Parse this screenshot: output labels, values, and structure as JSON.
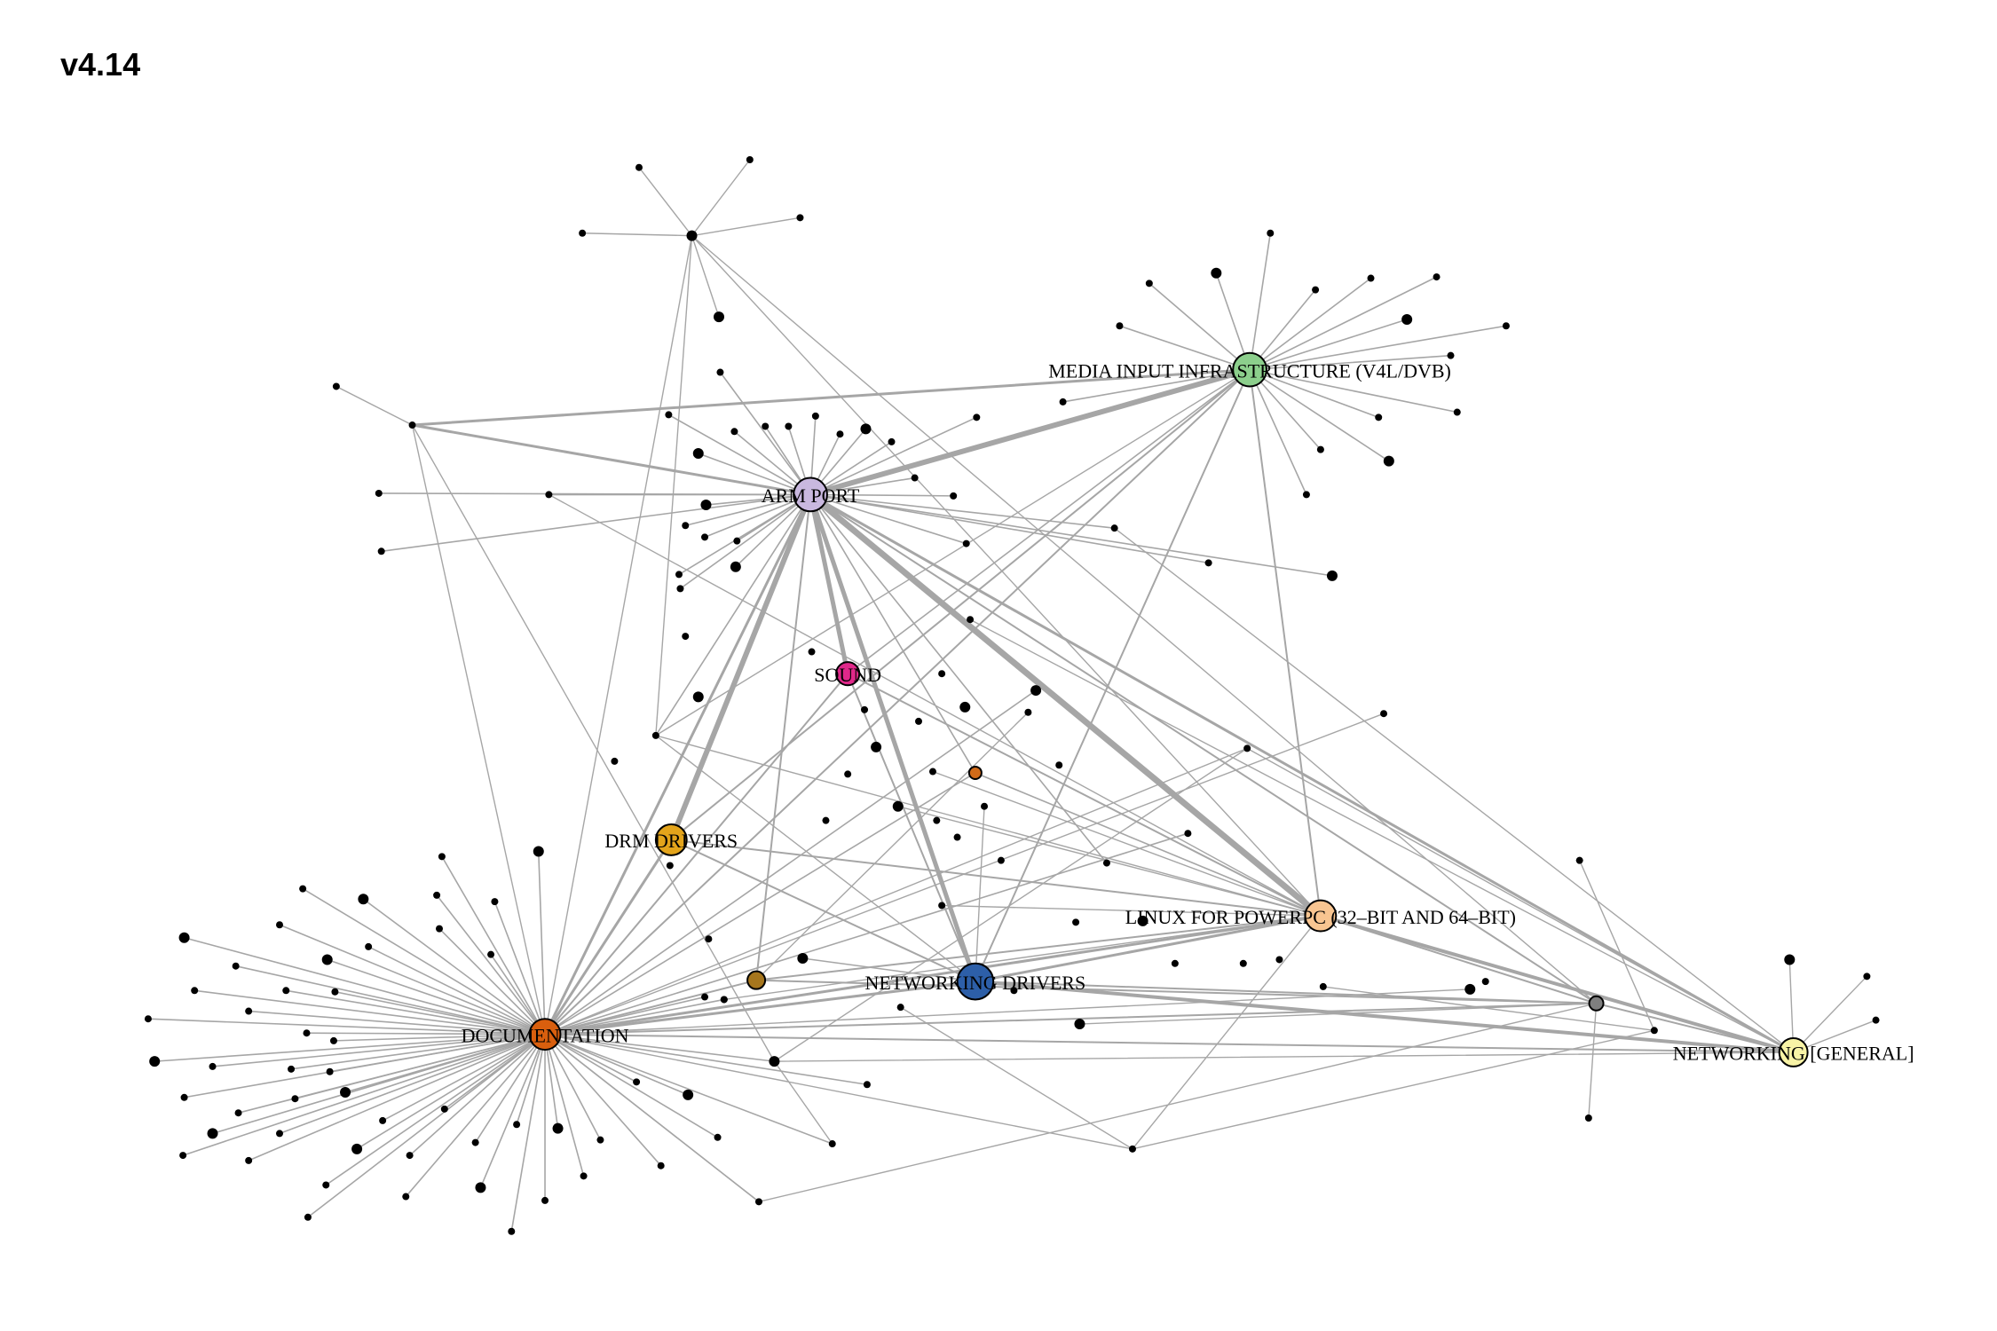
{
  "title": "v4.14",
  "hubs": [
    {
      "id": "arm",
      "label": "ARM PORT",
      "color": "#c9b8df"
    },
    {
      "id": "media",
      "label": "MEDIA INPUT INFRASTRUCTURE (V4L/DVB)",
      "color": "#8ccf8c"
    },
    {
      "id": "sound",
      "label": "SOUND",
      "color": "#e0288a"
    },
    {
      "id": "drm",
      "label": "DRM DRIVERS",
      "color": "#e3a41b"
    },
    {
      "id": "ppc",
      "label": "LINUX FOR POWERPC (32–BIT AND 64–BIT)",
      "color": "#f8c591"
    },
    {
      "id": "netdrv",
      "label": "NETWORKING DRIVERS",
      "color": "#2d5fa8"
    },
    {
      "id": "doc",
      "label": "DOCUMENTATION",
      "color": "#d95f0e"
    },
    {
      "id": "netgen",
      "label": "NETWORKING [GENERAL]",
      "color": "#f8f3a6"
    }
  ],
  "colors": {
    "edge": "#a6a6a6",
    "node": "#000000",
    "unlabeled_orange": "#d26b19",
    "unlabeled_brown": "#a6761d",
    "unlabeled_gray": "#7f7f7f"
  }
}
